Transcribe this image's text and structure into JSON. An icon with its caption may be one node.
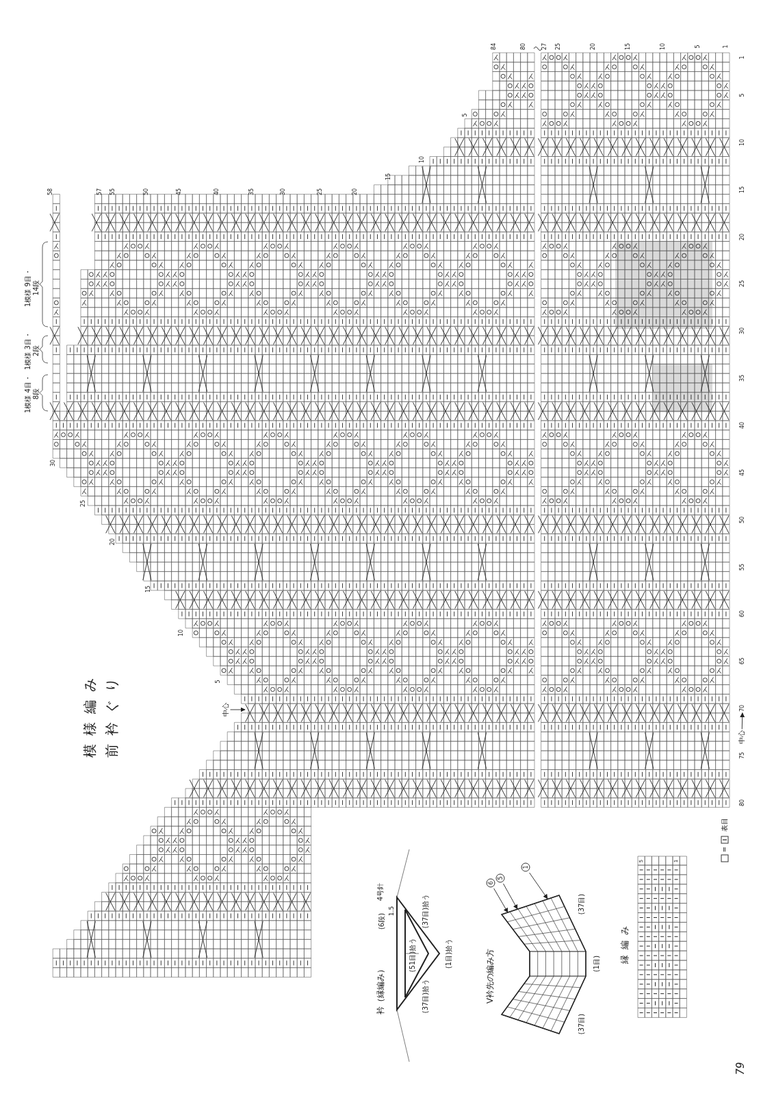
{
  "diagram": {
    "title": "模様編み",
    "nodes": [
      {
        "text": [
          "中心"
        ]
      },
      {
        "text": [
          "中心"
        ]
      },
      {
        "text": [
          "6"
        ]
      },
      {
        "text": [
          "5"
        ]
      },
      {
        "text": [
          "1"
        ]
      },
      {
        "text": [
          "70"
        ]
      }
    ],
    "edges": [
      {
        "from": 0,
        "to": null,
        "arrow": "to"
      },
      {
        "from": 1,
        "to": 5,
        "arrow": "to"
      },
      {
        "from": 2,
        "to": null,
        "arrow": "to"
      },
      {
        "from": 3,
        "to": null,
        "arrow": "to"
      },
      {
        "from": 4,
        "to": null,
        "arrow": "to"
      }
    ],
    "labels": [
      "前衿ぐり",
      "1模様 9目・14段",
      "1模様 3目・2段",
      "1模様 4目・8段",
      "58",
      "57",
      "55",
      "50",
      "45",
      "40",
      "35",
      "30",
      "25",
      "20",
      "15",
      "10",
      "5",
      "84",
      "80",
      "27",
      "25",
      "20",
      "15",
      "10",
      "5",
      "1",
      "30",
      "25",
      "20",
      "15",
      "10",
      "5",
      "1",
      "5",
      "10",
      "15",
      "20",
      "25",
      "30",
      "35",
      "40",
      "45",
      "50",
      "55",
      "60",
      "65",
      "75",
      "80",
      "衿（縁編み）",
      "4号針",
      "1.5",
      "(6段)",
      "(51目)拾う",
      "(37目)拾う",
      "(1目)拾う",
      "(37目)拾う",
      "V衿先の編み方",
      "(37目)",
      "(1目)",
      "(37目)",
      "縁編み",
      "5",
      "1",
      "=",
      "79"
    ],
    "legend": [
      {
        "text": "表目"
      }
    ]
  }
}
